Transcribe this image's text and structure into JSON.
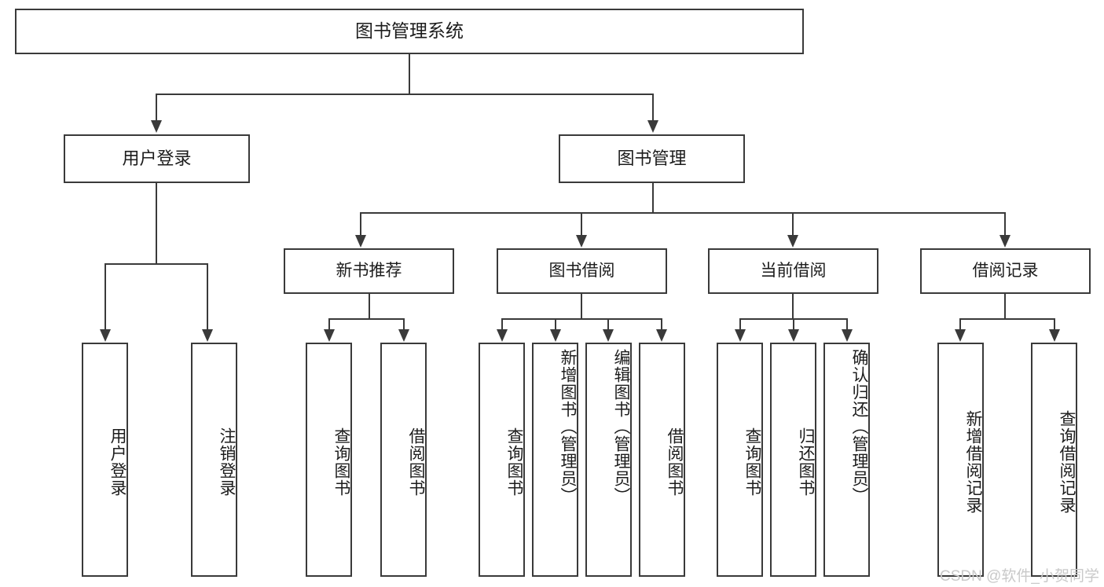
{
  "diagram": {
    "title": "图书管理系统",
    "type": "tree-hierarchy-chart",
    "root": {
      "label": "图书管理系统"
    },
    "level1": [
      {
        "label": "用户登录"
      },
      {
        "label": "图书管理"
      }
    ],
    "level2": [
      {
        "label": "新书推荐"
      },
      {
        "label": "图书借阅"
      },
      {
        "label": "当前借阅"
      },
      {
        "label": "借阅记录"
      }
    ],
    "leaves": [
      {
        "label": "用户登录",
        "parent": "用户登录"
      },
      {
        "label": "注销登录",
        "parent": "用户登录"
      },
      {
        "label": "查询图书",
        "parent": "新书推荐"
      },
      {
        "label": "借阅图书",
        "parent": "新书推荐"
      },
      {
        "label": "查询图书",
        "parent": "图书借阅"
      },
      {
        "label": "新增图书（管理员）",
        "parent": "图书借阅"
      },
      {
        "label": "编辑图书（管理员）",
        "parent": "图书借阅"
      },
      {
        "label": "借阅图书",
        "parent": "图书借阅"
      },
      {
        "label": "查询图书",
        "parent": "当前借阅"
      },
      {
        "label": "归还图书",
        "parent": "当前借阅"
      },
      {
        "label": "确认归还（管理员）",
        "parent": "当前借阅"
      },
      {
        "label": "新增借阅记录",
        "parent": "借阅记录"
      },
      {
        "label": "查询借阅记录",
        "parent": "借阅记录"
      }
    ],
    "colors": {
      "border": "#3a3a3a",
      "background": "#ffffff",
      "text": "#1c1c1c",
      "watermark": "#c9c9c9"
    }
  },
  "watermark": {
    "text": "CSDN @软件_小贺同学"
  }
}
